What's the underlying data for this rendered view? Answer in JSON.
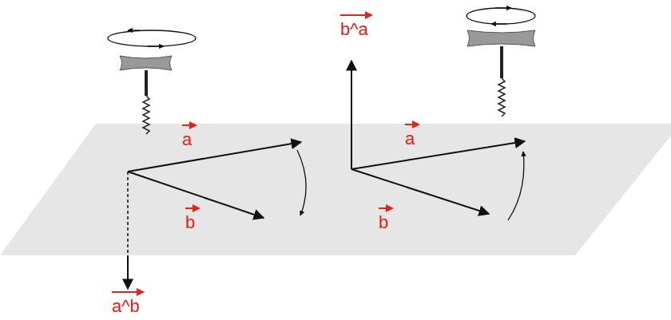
{
  "diagram": {
    "labels": [
      "a",
      "b",
      "a^b",
      "b^a",
      "a",
      "b"
    ]
  }
}
